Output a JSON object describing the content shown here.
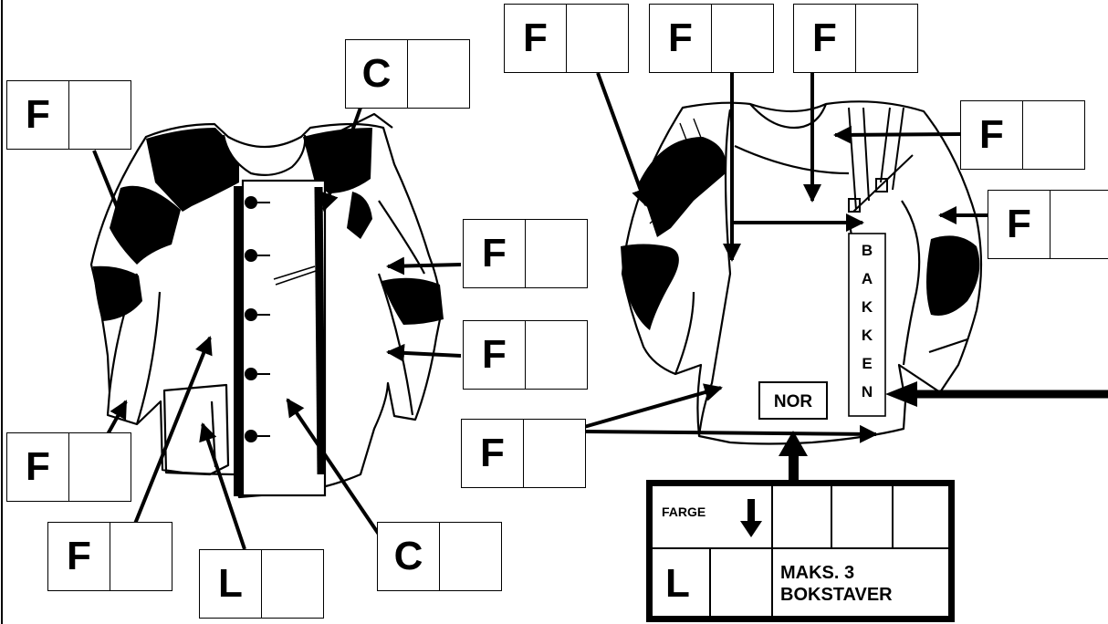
{
  "labels": {
    "f_left_shoulder": "F",
    "c_left_chest": "C",
    "f_left_upper_sleeve": "F",
    "f_left_lower_sleeve": "F",
    "f_left_cuff": "F",
    "f_left_front_panel": "F",
    "l_left_pocket": "L",
    "c_left_button_strip": "C",
    "f_right_top_1": "F",
    "f_right_top_2": "F",
    "f_right_top_3": "F",
    "f_right_collar": "F",
    "f_right_sleeve": "F",
    "f_right_hem": "F"
  },
  "back_text": [
    "B",
    "A",
    "K",
    "K",
    "E",
    "N"
  ],
  "nor_label": "NOR",
  "table": {
    "farge_label": "FARGE",
    "l_label": "L",
    "max_text_line1": "MAKS. 3",
    "max_text_line2": "BOKSTAVER"
  }
}
